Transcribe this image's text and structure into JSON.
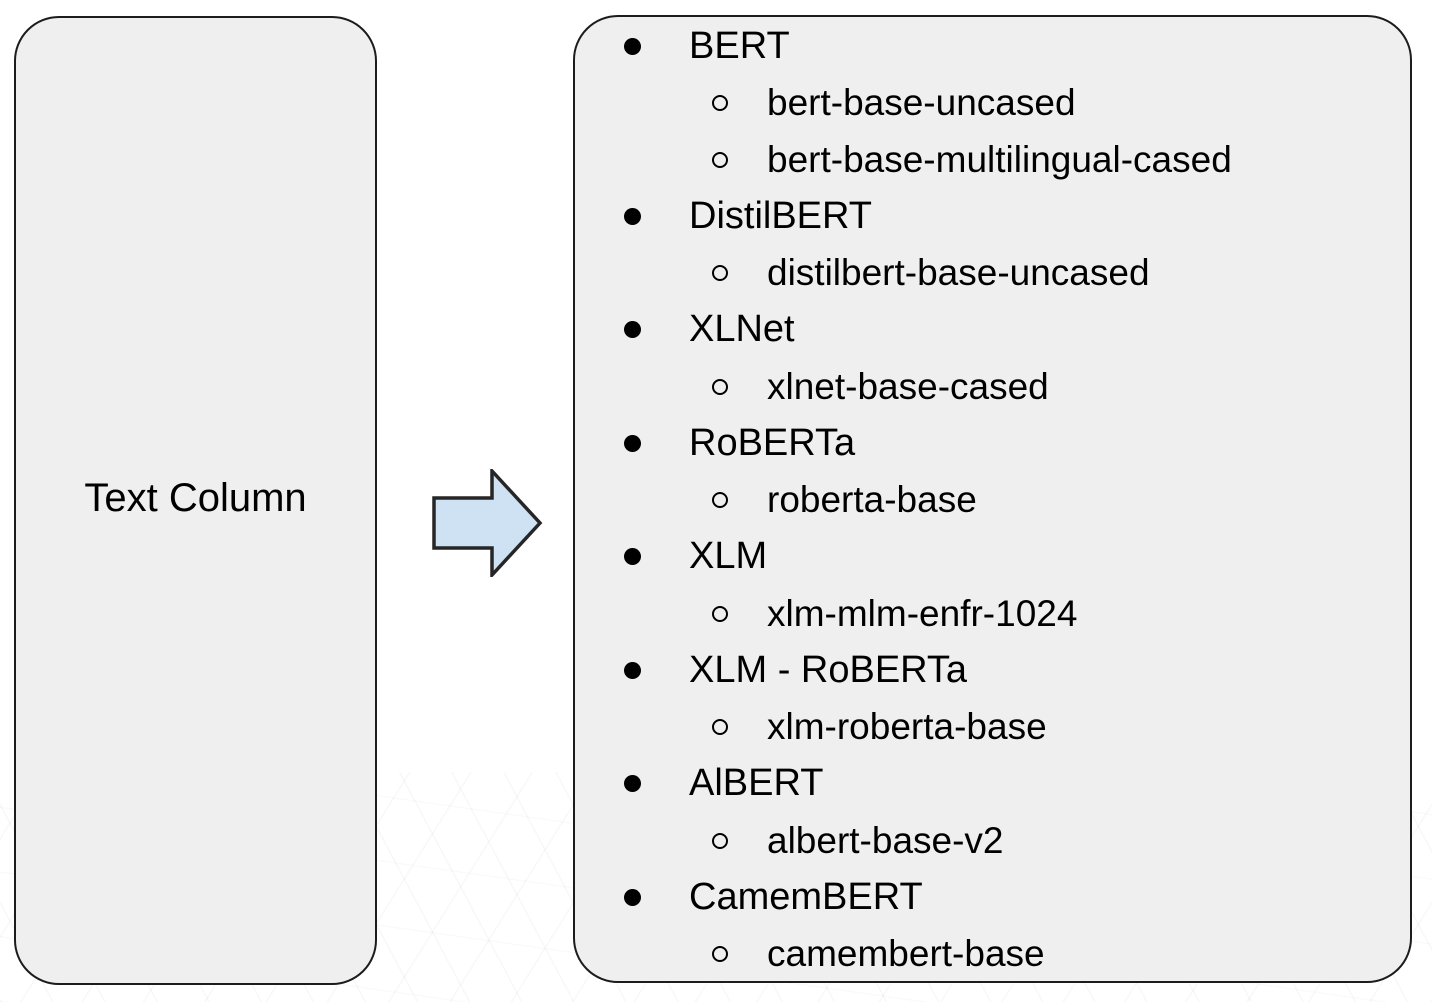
{
  "diagram": {
    "source_label": "Text Column",
    "arrow": {
      "direction": "right",
      "fill": "#cfe2f3",
      "stroke": "#262626"
    },
    "colors": {
      "box_fill": "#efefef",
      "box_border": "#1c1c1c",
      "text": "#000000"
    },
    "models": {
      "items": [
        {
          "family": "BERT",
          "checkpoints": [
            "bert-base-uncased",
            "bert-base-multilingual-cased"
          ]
        },
        {
          "family": "DistilBERT",
          "checkpoints": [
            "distilbert-base-uncased"
          ]
        },
        {
          "family": "XLNet",
          "checkpoints": [
            "xlnet-base-cased"
          ]
        },
        {
          "family": "RoBERTa",
          "checkpoints": [
            "roberta-base"
          ]
        },
        {
          "family": "XLM",
          "checkpoints": [
            "xlm-mlm-enfr-1024"
          ]
        },
        {
          "family": "XLM - RoBERTa",
          "checkpoints": [
            "xlm-roberta-base"
          ]
        },
        {
          "family": "AlBERT",
          "checkpoints": [
            "albert-base-v2"
          ]
        },
        {
          "family": "CamemBERT",
          "checkpoints": [
            "camembert-base"
          ]
        }
      ]
    }
  }
}
